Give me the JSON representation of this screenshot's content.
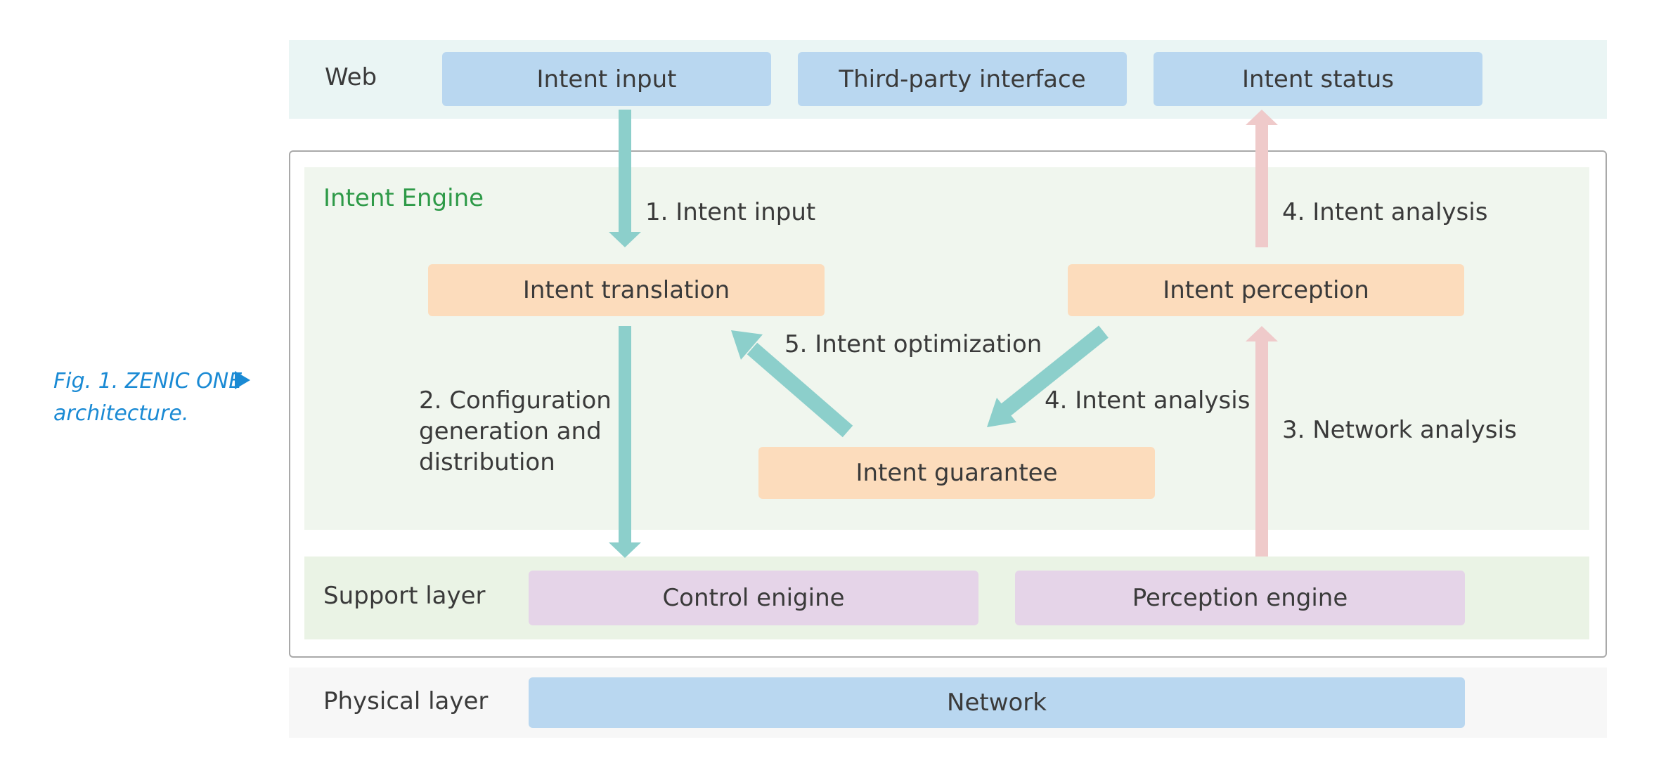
{
  "figure": {
    "caption_line1": "Fig. 1. ZENIC ONE",
    "caption_line2": "architecture."
  },
  "web": {
    "label": "Web",
    "boxes": [
      "Intent input",
      "Third-party interface",
      "Intent status"
    ]
  },
  "engine": {
    "label": "Intent Engine",
    "translation": "Intent translation",
    "perception": "Intent perception",
    "guarantee": "Intent guarantee"
  },
  "flows": {
    "step1": "1. Intent input",
    "step2_line1": "2. Configuration",
    "step2_line2": "generation and",
    "step2_line3": "distribution",
    "step3": "3. Network analysis",
    "step4_upper": "4. Intent analysis",
    "step4_lower": "4. Intent analysis",
    "step5": "5. Intent optimization"
  },
  "support": {
    "label": "Support layer",
    "boxes": [
      "Control enigine",
      "Perception engine"
    ]
  },
  "physical": {
    "label": "Physical layer",
    "box": "Network"
  },
  "colors": {
    "teal_arrow": "#8ccfcb",
    "pink_arrow": "#efcaca",
    "caption_blue": "#1a8ad4",
    "engine_label_green": "#2e9a48"
  }
}
